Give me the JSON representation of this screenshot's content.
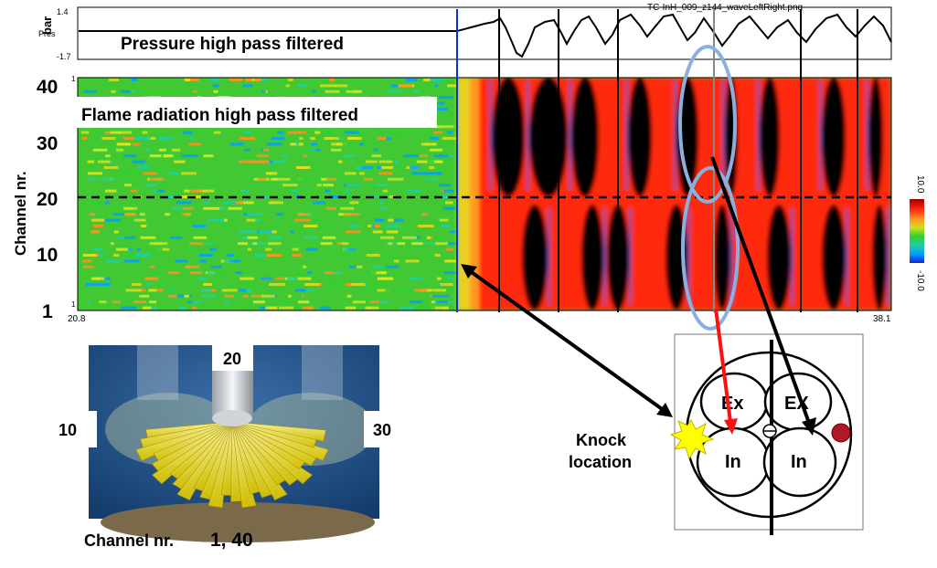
{
  "pressure_panel": {
    "title": "Pressure high pass filtered",
    "unit": "bar",
    "series_label": "Pres",
    "y_max": "1.4",
    "y_min": "-1.7",
    "filename": "TC-InH_009_z144_waveLeftRight.png"
  },
  "flame_panel": {
    "title": "Flame radiation high pass filtered",
    "ylabel": "Channel nr.",
    "y_ticks": [
      "40",
      "30",
      "20",
      "10",
      "1"
    ],
    "axis_small_top": "1",
    "axis_small_bottom": "1",
    "x_start": "20.8",
    "x_end": "38.1"
  },
  "colorbar": {
    "max_label": "10.0",
    "min_label": "-10.0",
    "colors": [
      "#2020d0",
      "#00a0ff",
      "#20d0a0",
      "#30d030",
      "#d0e020",
      "#ff9020",
      "#ff2010",
      "#a00000"
    ]
  },
  "injector_figure": {
    "label_top": "20",
    "label_left": "10",
    "label_right": "30",
    "caption_prefix": "Channel nr.",
    "caption_value": "1, 40"
  },
  "cylinder_diagram": {
    "valve_labels": [
      "Ex",
      "EX",
      "In",
      "In"
    ],
    "knock_label_line1": "Knock",
    "knock_label_line2": "location"
  },
  "colors": {
    "green_bg": "#42c832",
    "red_band": "#ff2a10",
    "black_band": "#000000",
    "blue_band": "#1a6cff",
    "ring": "#8ab0e0",
    "arrow_red": "#ff1010",
    "arrow_black": "#101010",
    "flash": "#ffff00"
  }
}
